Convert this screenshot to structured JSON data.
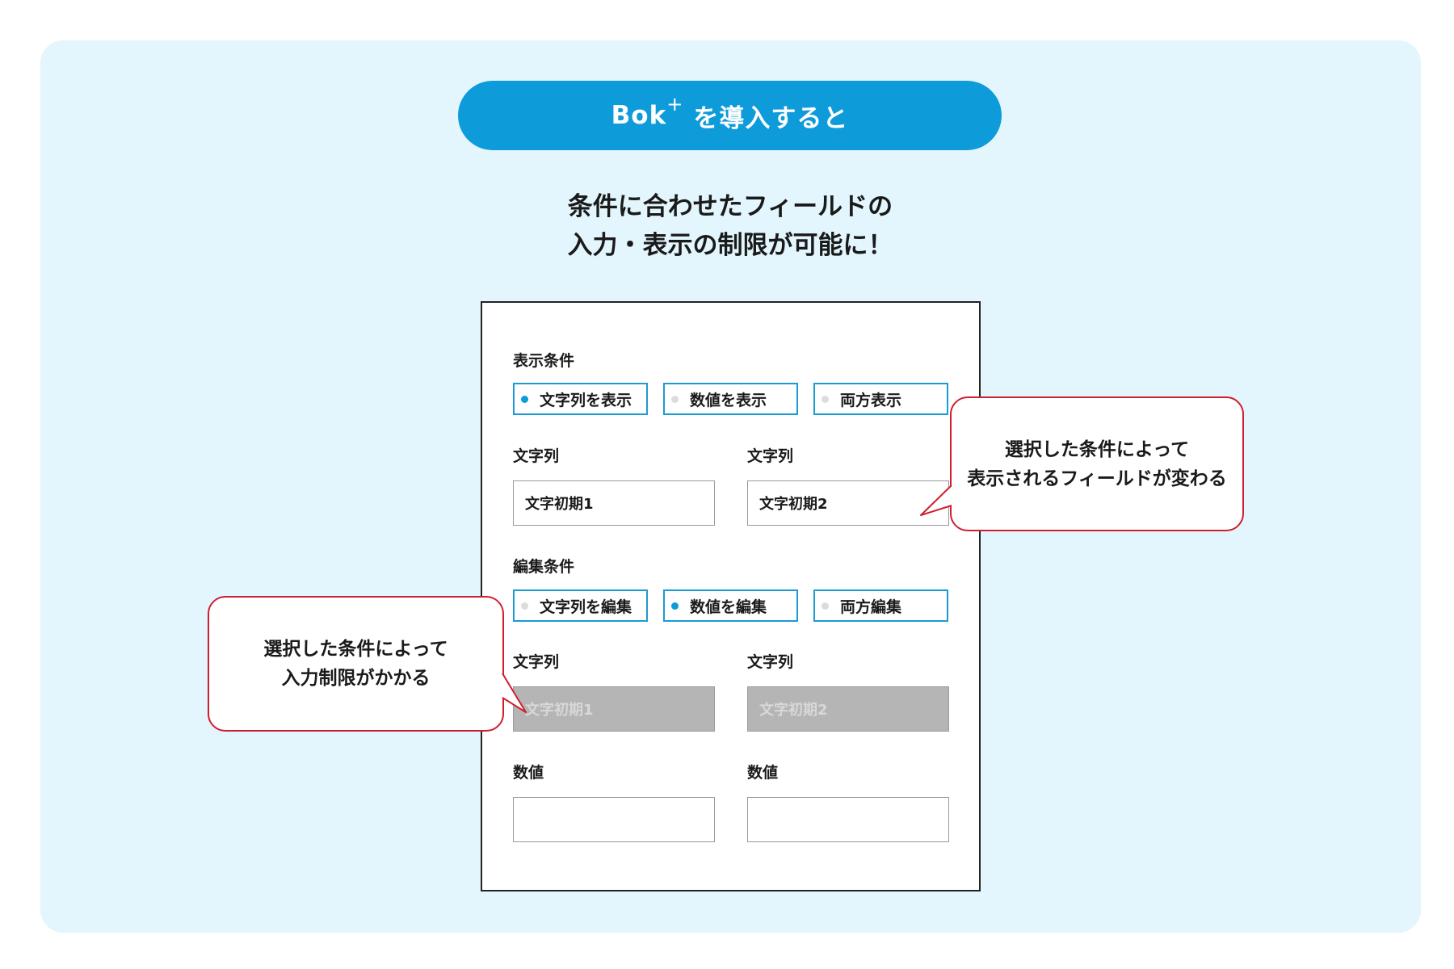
{
  "banner": {
    "brand": "Bok",
    "brand_sup": "+",
    "text": "を導入すると"
  },
  "headline": {
    "line1": "条件に合わせたフィールドの",
    "line2": "入力・表示の制限が可能に！"
  },
  "form": {
    "display_section": {
      "label": "表示条件",
      "options": [
        {
          "label": "文字列を表示",
          "selected": true
        },
        {
          "label": "数値を表示",
          "selected": false
        },
        {
          "label": "両方表示",
          "selected": false
        }
      ],
      "fields": [
        {
          "label": "文字列",
          "value": "文字初期1"
        },
        {
          "label": "文字列",
          "value": "文字初期2"
        }
      ]
    },
    "edit_section": {
      "label": "編集条件",
      "options": [
        {
          "label": "文字列を編集",
          "selected": false
        },
        {
          "label": "数値を編集",
          "selected": true
        },
        {
          "label": "両方編集",
          "selected": false
        }
      ],
      "fields": [
        {
          "label": "文字列",
          "value": "文字初期1",
          "disabled": true
        },
        {
          "label": "文字列",
          "value": "文字初期2",
          "disabled": true
        }
      ]
    },
    "numeric_fields": [
      {
        "label": "数値",
        "value": ""
      },
      {
        "label": "数値",
        "value": ""
      }
    ]
  },
  "callouts": {
    "right": {
      "line1": "選択した条件によって",
      "line2": "表示されるフィールドが変わる"
    },
    "left": {
      "line1": "選択した条件によって",
      "line2": "入力制限がかかる"
    }
  },
  "colors": {
    "accent": "#0e9bda",
    "panel_bg": "#e3f6fd",
    "callout_border": "#cf1f2e",
    "disabled_field": "#b5b5b5"
  }
}
